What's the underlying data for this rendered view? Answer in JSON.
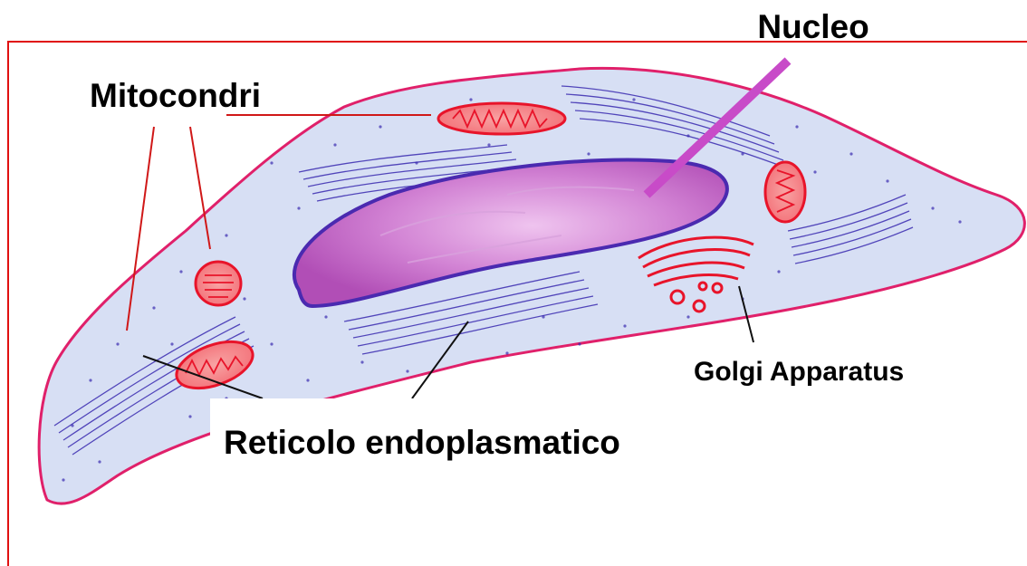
{
  "labels": {
    "nucleo": "Nucleo",
    "mitocondri": "Mitocondri",
    "golgi": "Golgi Apparatus",
    "reticolo": "Reticolo endoplasmatico"
  },
  "colors": {
    "frame": "#e01010",
    "membrane": "#e0206a",
    "cytoplasm": "#d7dff4",
    "nucleus_fill": "#bf5fc0",
    "nucleus_light": "#e4a6e4",
    "nucleus_edge": "#4a2ab0",
    "mito_fill": "#f58a8a",
    "mito_edge": "#e8142a",
    "er_lines": "#3a2bb0",
    "pointer_nucleo": "#c84bc8",
    "pointer_mito_top": "#d01818",
    "leader_black": "#111111",
    "text": "#000000"
  }
}
